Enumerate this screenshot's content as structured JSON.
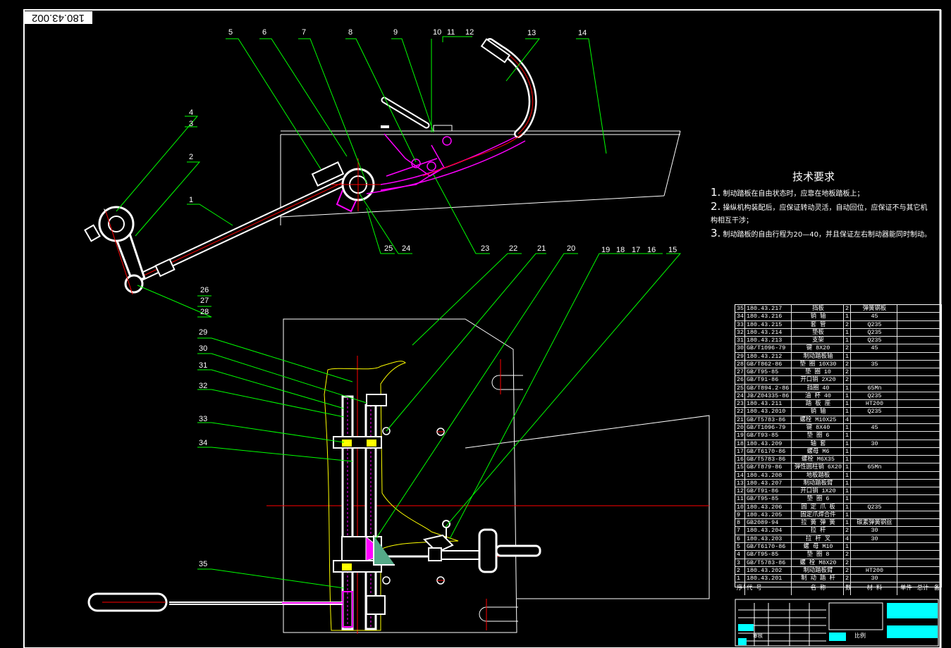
{
  "drawing_number": "180.43.002",
  "tech_requirements": {
    "title": "技术要求",
    "items": [
      {
        "num": "1.",
        "text": "制动踏板在自由状态时，应靠在地板踏板上；"
      },
      {
        "num": "2.",
        "text": "操纵机构装配后，应保证转动灵活，自动回位，应保证不与其它机构相互干涉；"
      },
      {
        "num": "3.",
        "text": "制动踏板的自由行程为20—40，并且保证左右制动器能同时制动。"
      }
    ]
  },
  "part_labels": [
    {
      "id": "1"
    },
    {
      "id": "2"
    },
    {
      "id": "3"
    },
    {
      "id": "4"
    },
    {
      "id": "5"
    },
    {
      "id": "6"
    },
    {
      "id": "7"
    },
    {
      "id": "8"
    },
    {
      "id": "9"
    },
    {
      "id": "10"
    },
    {
      "id": "11"
    },
    {
      "id": "12"
    },
    {
      "id": "13"
    },
    {
      "id": "14"
    },
    {
      "id": "15"
    },
    {
      "id": "16"
    },
    {
      "id": "17"
    },
    {
      "id": "18"
    },
    {
      "id": "19"
    },
    {
      "id": "20"
    },
    {
      "id": "21"
    },
    {
      "id": "22"
    },
    {
      "id": "23"
    },
    {
      "id": "24"
    },
    {
      "id": "25"
    },
    {
      "id": "26"
    },
    {
      "id": "27"
    },
    {
      "id": "28"
    },
    {
      "id": "29"
    },
    {
      "id": "30"
    },
    {
      "id": "31"
    },
    {
      "id": "32"
    },
    {
      "id": "33"
    },
    {
      "id": "34"
    },
    {
      "id": "35"
    }
  ],
  "bom": [
    {
      "no": "35",
      "code": "180.43.217",
      "name": "挡板",
      "qty": "2",
      "mat": "弹簧钢板"
    },
    {
      "no": "34",
      "code": "180.43.216",
      "name": "销 轴",
      "qty": "1",
      "mat": "45"
    },
    {
      "no": "33",
      "code": "180.43.215",
      "name": "套 管",
      "qty": "2",
      "mat": "Q235"
    },
    {
      "no": "32",
      "code": "180.43.214",
      "name": "垫板",
      "qty": "1",
      "mat": "Q235"
    },
    {
      "no": "31",
      "code": "180.43.213",
      "name": "支架",
      "qty": "1",
      "mat": "Q235"
    },
    {
      "no": "30",
      "code": "GB/T1096-79",
      "name": "键 8X20",
      "qty": "2",
      "mat": "45"
    },
    {
      "no": "29",
      "code": "180.43.212",
      "name": "制动踏板轴",
      "qty": "1",
      "mat": ""
    },
    {
      "no": "28",
      "code": "GB/T862-86",
      "name": "垫 圈 10X30",
      "qty": "2",
      "mat": "35"
    },
    {
      "no": "27",
      "code": "GB/T95-85",
      "name": "垫 圈 10",
      "qty": "2",
      "mat": ""
    },
    {
      "no": "26",
      "code": "GB/T91-86",
      "name": "开口销 2X20",
      "qty": "2",
      "mat": ""
    },
    {
      "no": "25",
      "code": "GB/T894.2-86",
      "name": "挡圈 40",
      "qty": "1",
      "mat": "65Mn"
    },
    {
      "no": "24",
      "code": "JB/Z04335-86",
      "name": "油 杯 40",
      "qty": "1",
      "mat": "Q235"
    },
    {
      "no": "23",
      "code": "180.43.211",
      "name": "踏 板 座",
      "qty": "1",
      "mat": "HT200"
    },
    {
      "no": "22",
      "code": "180.43.2010",
      "name": "销 轴",
      "qty": "1",
      "mat": "Q235"
    },
    {
      "no": "21",
      "code": "GB/T5783-86",
      "name": "螺栓 M10X25",
      "qty": "4",
      "mat": ""
    },
    {
      "no": "20",
      "code": "GB/T1096-79",
      "name": "键 8X40",
      "qty": "1",
      "mat": "45"
    },
    {
      "no": "19",
      "code": "GB/T93-85",
      "name": "垫 圈 6",
      "qty": "1",
      "mat": ""
    },
    {
      "no": "18",
      "code": "180.43.209",
      "name": "轴 套",
      "qty": "1",
      "mat": "30"
    },
    {
      "no": "17",
      "code": "GB/T6170-86",
      "name": "螺母 M6",
      "qty": "1",
      "mat": ""
    },
    {
      "no": "16",
      "code": "GB/T5783-86",
      "name": "螺栓 M6X35",
      "qty": "1",
      "mat": ""
    },
    {
      "no": "15",
      "code": "GB/T879-86",
      "name": "弹性圆柱销 6X20",
      "qty": "1",
      "mat": "65Mn"
    },
    {
      "no": "14",
      "code": "180.43.208",
      "name": "地板踏板",
      "qty": "1",
      "mat": ""
    },
    {
      "no": "13",
      "code": "180.43.207",
      "name": "制动踏板臂",
      "qty": "1",
      "mat": ""
    },
    {
      "no": "12",
      "code": "GB/T91-86",
      "name": "开口销 1X20",
      "qty": "1",
      "mat": ""
    },
    {
      "no": "11",
      "code": "GB/T95-85",
      "name": "垫 圈 6",
      "qty": "1",
      "mat": ""
    },
    {
      "no": "10",
      "code": "180.43.206",
      "name": "固 定 爪 板",
      "qty": "1",
      "mat": "Q235"
    },
    {
      "no": "9",
      "code": "180.43.205",
      "name": "固定爪焊合件",
      "qty": "1",
      "mat": ""
    },
    {
      "no": "8",
      "code": "GB2089-94",
      "name": "拉 簧 弹 簧",
      "qty": "1",
      "mat": "碳素弹簧钢丝"
    },
    {
      "no": "7",
      "code": "180.43.204",
      "name": "拉 杆",
      "qty": "2",
      "mat": "30"
    },
    {
      "no": "6",
      "code": "180.43.203",
      "name": "拉 杆 叉",
      "qty": "4",
      "mat": "30"
    },
    {
      "no": "5",
      "code": "GB/T6170-86",
      "name": "螺 母 M10",
      "qty": "1",
      "mat": ""
    },
    {
      "no": "4",
      "code": "GB/T95-85",
      "name": "垫 圈 8",
      "qty": "2",
      "mat": ""
    },
    {
      "no": "3",
      "code": "GB/T5783-86",
      "name": "螺 栓 M8X20",
      "qty": "2",
      "mat": ""
    },
    {
      "no": "2",
      "code": "180.43.202",
      "name": "制动踏板臂",
      "qty": "2",
      "mat": "HT200"
    },
    {
      "no": "1",
      "code": "180.43.201",
      "name": "制 动 踏 杆",
      "qty": "2",
      "mat": "30"
    }
  ],
  "bom_header": {
    "no": "序号",
    "code": "代 号",
    "name": "名 称",
    "qty": "数量",
    "mat": "材 料",
    "unit_w": "单件",
    "total_w": "总计",
    "note": "备 注"
  },
  "title_block": {
    "company": "",
    "drawing_title": "",
    "scale": "比例",
    "role": "审核"
  },
  "colors": {
    "background": "#000000",
    "part_outline": "#ffffff",
    "leader": "#00ff00",
    "centerline": "#ff0000",
    "hidden_part": "#ff00ff",
    "weld_area": "#ffff00",
    "title_fill": "#00ffff"
  }
}
